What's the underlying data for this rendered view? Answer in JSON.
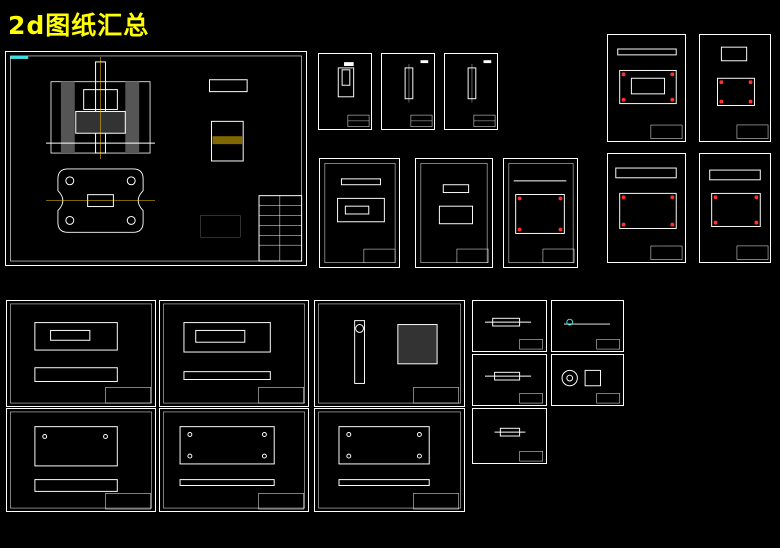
{
  "header": {
    "title": "2d图纸汇总"
  },
  "colors": {
    "background": "#000000",
    "title": "#ffff00",
    "line": "#ffffff",
    "accent_red": "#ff3030",
    "accent_cyan": "#40e0e0",
    "accent_yellow": "#ffd000"
  },
  "drawings": [
    {
      "id": "assembly-drawing",
      "kind": "assembly"
    },
    {
      "id": "part-1",
      "kind": "small-part"
    },
    {
      "id": "part-2",
      "kind": "small-part"
    },
    {
      "id": "part-3",
      "kind": "small-part"
    },
    {
      "id": "part-4",
      "kind": "portrait-plate"
    },
    {
      "id": "part-5",
      "kind": "portrait-plate"
    },
    {
      "id": "part-6",
      "kind": "portrait-plate"
    },
    {
      "id": "part-7",
      "kind": "portrait-plate-red"
    },
    {
      "id": "part-8",
      "kind": "portrait-plate-red"
    },
    {
      "id": "part-9",
      "kind": "portrait-plate-red"
    },
    {
      "id": "part-10",
      "kind": "portrait-plate-red"
    },
    {
      "id": "plate-1",
      "kind": "landscape-plate"
    },
    {
      "id": "plate-2",
      "kind": "landscape-plate"
    },
    {
      "id": "plate-3",
      "kind": "landscape-plate"
    },
    {
      "id": "plate-4",
      "kind": "landscape-plate"
    },
    {
      "id": "plate-5",
      "kind": "landscape-plate"
    },
    {
      "id": "plate-6",
      "kind": "landscape-plate"
    },
    {
      "id": "plate-7",
      "kind": "landscape-plate"
    },
    {
      "id": "mini-1",
      "kind": "mini"
    },
    {
      "id": "mini-2",
      "kind": "mini"
    },
    {
      "id": "mini-3",
      "kind": "mini"
    },
    {
      "id": "mini-4",
      "kind": "mini"
    },
    {
      "id": "mini-5",
      "kind": "mini"
    }
  ]
}
